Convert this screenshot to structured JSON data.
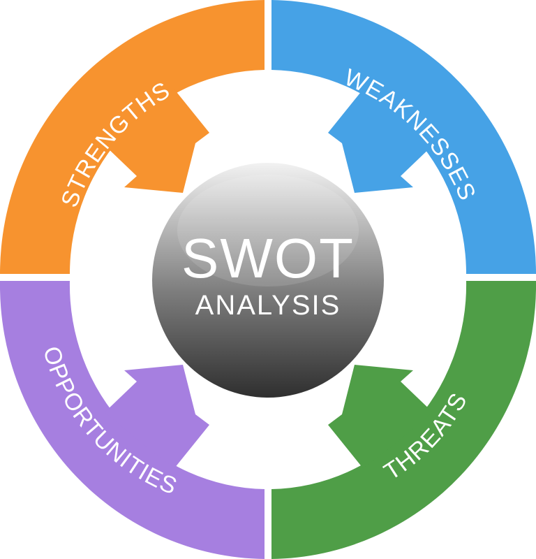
{
  "diagram": {
    "center": {
      "title": "SWOT",
      "subtitle": "ANALYSIS"
    },
    "segments": [
      {
        "key": "strengths",
        "label": "STRENGTHS",
        "color": "#f7932f"
      },
      {
        "key": "weaknesses",
        "label": "WEAKNESSES",
        "color": "#46a2e6"
      },
      {
        "key": "threats",
        "label": "THREATS",
        "color": "#4f9e47"
      },
      {
        "key": "opportunities",
        "label": "OPPORTUNITIES",
        "color": "#a67fe0"
      }
    ]
  }
}
